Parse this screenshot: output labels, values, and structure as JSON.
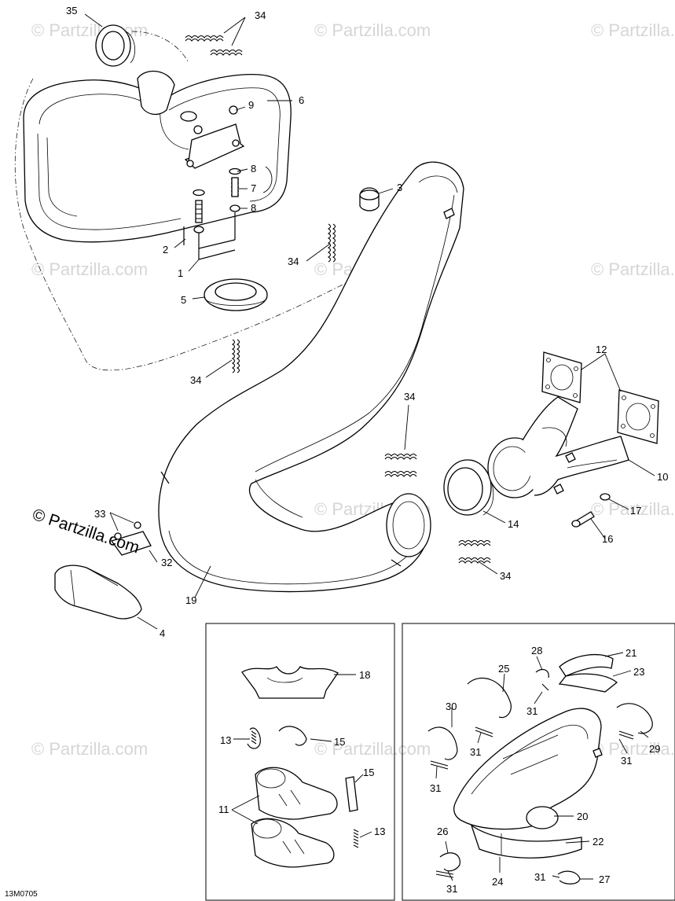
{
  "watermark": "© Partzilla.com",
  "brand_text": "© Partzilla.com",
  "drawing_code": "13M0705",
  "callouts": {
    "c1": "1",
    "c2": "2",
    "c3": "3",
    "c4": "4",
    "c5": "5",
    "c6": "6",
    "c7": "7",
    "c8a": "8",
    "c8b": "8",
    "c9": "9",
    "c10": "10",
    "c11": "11",
    "c12": "12",
    "c13a": "13",
    "c13b": "13",
    "c14": "14",
    "c15a": "15",
    "c15b": "15",
    "c16": "16",
    "c17": "17",
    "c18": "18",
    "c19": "19",
    "c20": "20",
    "c21": "21",
    "c22": "22",
    "c23": "23",
    "c24": "24",
    "c25": "25",
    "c26": "26",
    "c27": "27",
    "c28": "28",
    "c29": "29",
    "c30": "30",
    "c31a": "31",
    "c31b": "31",
    "c31c": "31",
    "c31d": "31",
    "c31e": "31",
    "c31f": "31",
    "c32": "32",
    "c33": "33",
    "c34a": "34",
    "c34b": "34",
    "c34c": "34",
    "c34d": "34",
    "c34e": "34",
    "c35": "35"
  }
}
